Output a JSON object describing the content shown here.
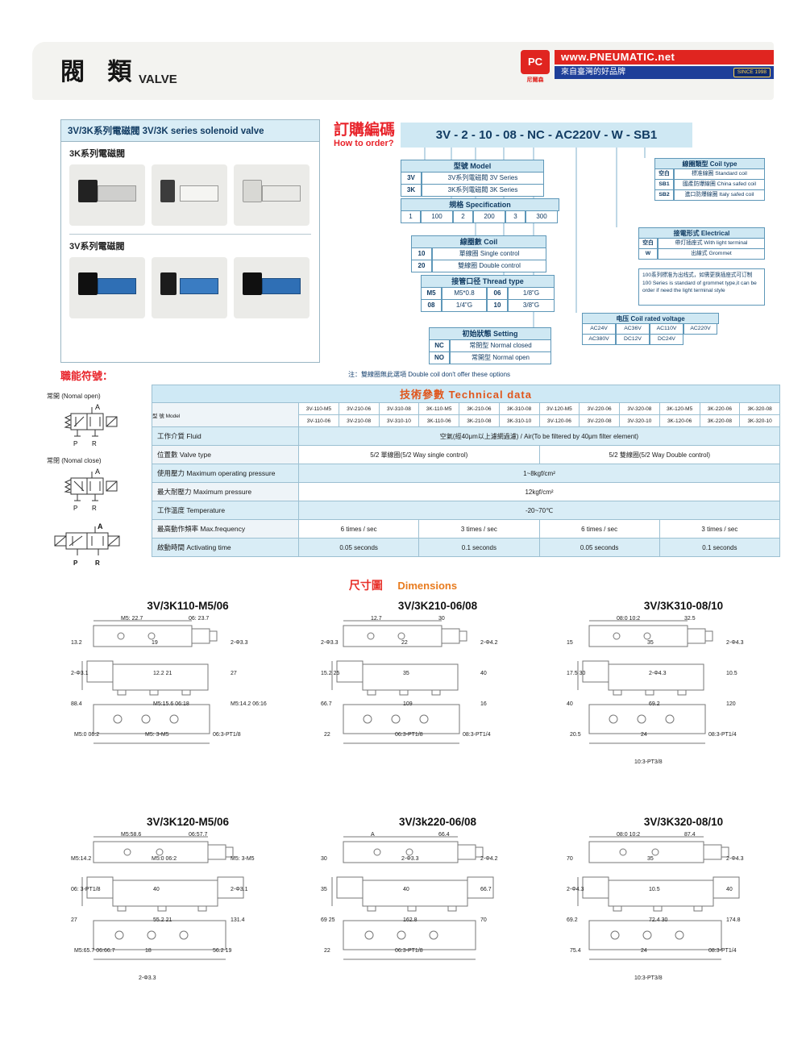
{
  "header": {
    "title_cn": "閥 類",
    "title_en": "VALVE",
    "logo_mark": "PC",
    "logo_sub": "尼爾森",
    "brand": "www.PNEUMATIC.net",
    "tagline": "來自臺灣的好品牌",
    "since": "SINCE 1998"
  },
  "series": {
    "heading": "3V/3K系列電磁閥  3V/3K series solenoid valve",
    "label_3k": "3K系列電磁閥",
    "label_3v": "3V系列電磁閥"
  },
  "order": {
    "heading_cn": "訂購編碼",
    "heading_en": "How to order?",
    "code": "3V - 2 - 10 - 08 - NC - AC220V - W - SB1",
    "model": {
      "title": "型號 Model",
      "rows": [
        [
          "3V",
          "3V系列電磁閥 3V Series"
        ],
        [
          "3K",
          "3K系列電磁閥 3K Series"
        ]
      ]
    },
    "spec": {
      "title": "規格 Specification",
      "cells": [
        "1",
        "100",
        "2",
        "200",
        "3",
        "300"
      ]
    },
    "coil": {
      "title": "線圈數 Coil",
      "rows": [
        [
          "10",
          "單線圈 Single control"
        ],
        [
          "20",
          "雙線圈 Double control"
        ]
      ]
    },
    "thread": {
      "title": "接管口径 Thread type",
      "rows": [
        [
          "M5",
          "M5*0.8",
          "06",
          "1/8\"G"
        ],
        [
          "08",
          "1/4\"G",
          "10",
          "3/8\"G"
        ]
      ]
    },
    "setting": {
      "title": "初始狀態 Setting",
      "rows": [
        [
          "NC",
          "常閉型 Normal closed"
        ],
        [
          "NO",
          "常開型 Normal open"
        ]
      ],
      "note": "注：雙線圈無此選項  Double coil don't offer these options"
    },
    "coil_type": {
      "title": "線圈類型 Coil type",
      "rows": [
        [
          "空白",
          "標准線圈 Standard coil"
        ],
        [
          "SB1",
          "國產防爆線圈 China safed coil"
        ],
        [
          "SB2",
          "進口防爆線圈 Italy safed coil"
        ]
      ]
    },
    "electrical": {
      "title": "接電形式 Electrical",
      "rows": [
        [
          "空白",
          "帶灯插座式 With light terminal"
        ],
        [
          "W",
          "出線式 Grommet"
        ]
      ],
      "note": "100系列標准为出线式，如需更换插座式可订制 100 Series is standard of grommet type,it can be order if need the light terminal style"
    },
    "voltage": {
      "title": "电压 Coil rated voltage",
      "row1": [
        "AC24V",
        "AC36V",
        "AC110V",
        "AC220V"
      ],
      "row2": [
        "AC380V",
        "DC12V",
        "DC24V"
      ]
    }
  },
  "symbols": {
    "heading": "職能符號：",
    "open_label": "常開 (Nomal open)",
    "close_label": "常閉 (Nomal close)",
    "port_a": "A",
    "port_p": "P",
    "port_r": "R"
  },
  "tech": {
    "heading": "技術參數   Technical data",
    "model_label": "型 號 Model",
    "model_row1": [
      "3V-110-M5",
      "3V-210-06",
      "3V-310-08",
      "3K-110-M5",
      "3K-210-06",
      "3K-310-08",
      "3V-120-M5",
      "3V-220-06",
      "3V-320-08",
      "3K-120-M5",
      "3K-220-06",
      "3K-320-08"
    ],
    "model_row2": [
      "3V-110-06",
      "3V-210-08",
      "3V-310-10",
      "3K-110-06",
      "3K-210-08",
      "3K-310-10",
      "3V-120-06",
      "3V-220-08",
      "3V-320-10",
      "3K-120-06",
      "3K-220-08",
      "3K-320-10"
    ],
    "rows": [
      {
        "label": "工作介質  Fluid",
        "values": [
          "空氣(經40μm以上濾網過濾) /  Air(To be filtered by 40μm filter element)"
        ]
      },
      {
        "label": "位置數  Valve type",
        "values": [
          "5/2 單線圈(5/2 Way single control)",
          "5/2 雙線圈(5/2 Way Double control)"
        ]
      },
      {
        "label": "使用壓力  Maximum operating pressure",
        "values": [
          "1~8kgf/cm²"
        ]
      },
      {
        "label": "最大耐壓力  Maximum pressure",
        "values": [
          "12kgf/cm²"
        ]
      },
      {
        "label": "工作溫度  Temperature",
        "values": [
          "-20~70℃"
        ]
      },
      {
        "label": "最高動作頻率  Max.frequency",
        "values": [
          "6 times / sec",
          "3 times / sec",
          "6 times / sec",
          "3 times / sec"
        ]
      },
      {
        "label": "啟動時間  Activating time",
        "values": [
          "0.05 seconds",
          "0.1 seconds",
          "0.05 seconds",
          "0.1 seconds"
        ]
      }
    ]
  },
  "dimensions": {
    "heading_cn": "尺寸圖",
    "heading_en": "Dimensions",
    "drawings": [
      {
        "title": "3V/3K110-M5/06",
        "labels": [
          "M5: 22.7",
          "06: 23.7",
          "13.2",
          "19",
          "2-Φ3.3",
          "2-Φ3.1",
          "12.2  21",
          "27",
          "88.4",
          "M5:15.6 06:18",
          "M5:14.2 06:16",
          "M5:0 06:2",
          "M5: 3-M5",
          "06:3-PT1/8"
        ]
      },
      {
        "title": "3V/3K210-06/08",
        "labels": [
          "12.7",
          "30",
          "2-Φ3.3",
          "22",
          "2-Φ4.2",
          "15.2  25",
          "35",
          "40",
          "66.7",
          "109",
          "16",
          "22",
          "06:3-PT1/8",
          "08:3-PT1/4"
        ]
      },
      {
        "title": "3V/3K310-08/10",
        "labels": [
          "08:0 10:2",
          "32.5",
          "15",
          "35",
          "2-Φ4.3",
          "17.5  30",
          "2-Φ4.3",
          "10.5",
          "40",
          "69.2",
          "120",
          "20.5",
          "24",
          "08:3-PT1/4",
          "10:3-PT3/8"
        ]
      },
      {
        "title": "3V/3K120-M5/06",
        "labels": [
          "M5:58.6",
          "06:57.7",
          "M5:14.2",
          "M5:0 06:2",
          "M5: 3-M5",
          "06: 3-PT1/8",
          "40",
          "2-Φ3.1",
          "27",
          "55.2  21",
          "131.4",
          "M5:65.7 06:66.7",
          "18",
          "56.2  19",
          "2-Φ3.3"
        ]
      },
      {
        "title": "3V/3k220-06/08",
        "labels": [
          "A",
          "66.4",
          "30",
          "2-Φ3.3",
          "2-Φ4.2",
          "35",
          "40",
          "66.7",
          "69  25",
          "162.8",
          "70",
          "22",
          "06:3-PT1/8"
        ]
      },
      {
        "title": "3V/3K320-08/10",
        "labels": [
          "08:0 10:2",
          "87.4",
          "70",
          "35",
          "2-Φ4.3",
          "2-Φ4.3",
          "10.5",
          "40",
          "69.2",
          "72.4  30",
          "174.8",
          "75.4",
          "24",
          "08:3-PT1/4",
          "10:3-PT3/8"
        ]
      }
    ]
  }
}
